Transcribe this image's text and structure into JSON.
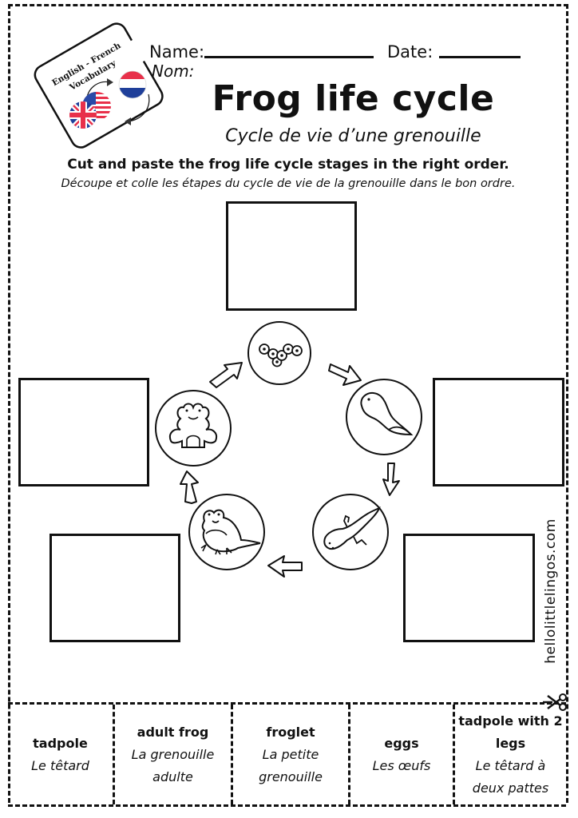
{
  "logo": {
    "line1": "English - French",
    "line2": "Vocabulary",
    "flags": [
      "uk-flag",
      "us-flag",
      "france-flag"
    ]
  },
  "header": {
    "name_label": "Name:",
    "nom_label": "Nom:",
    "date_label": "Date:",
    "title": "Frog life cycle",
    "subtitle": "Cycle de vie d’une grenouille"
  },
  "instructions": {
    "english": "Cut and paste the frog life cycle stages in the right order.",
    "french": "Découpe et colle les étapes du cycle de vie de la grenouille dans le bon ordre."
  },
  "cycle": {
    "stages": [
      {
        "id": "eggs",
        "icon": "frog-eggs-icon"
      },
      {
        "id": "tadpole",
        "icon": "tadpole-icon"
      },
      {
        "id": "tadpole-with-legs",
        "icon": "tadpole-with-legs-icon"
      },
      {
        "id": "froglet",
        "icon": "froglet-icon"
      },
      {
        "id": "adult-frog",
        "icon": "adult-frog-icon"
      }
    ],
    "paste_boxes": 5
  },
  "website": "hellolittlelingos.com",
  "cutouts": [
    {
      "english": "tadpole",
      "french": "Le têtard"
    },
    {
      "english": "adult frog",
      "french": "La grenouille adulte"
    },
    {
      "english": "froglet",
      "french": "La petite grenouille"
    },
    {
      "english": "eggs",
      "french": "Les œufs"
    },
    {
      "english": "tadpole with 2 legs",
      "french": "Le têtard à deux pattes"
    }
  ],
  "colors": {
    "ink": "#111111",
    "flag_red": "#e8304a",
    "flag_blue": "#1f3f9a",
    "paper": "#ffffff"
  }
}
